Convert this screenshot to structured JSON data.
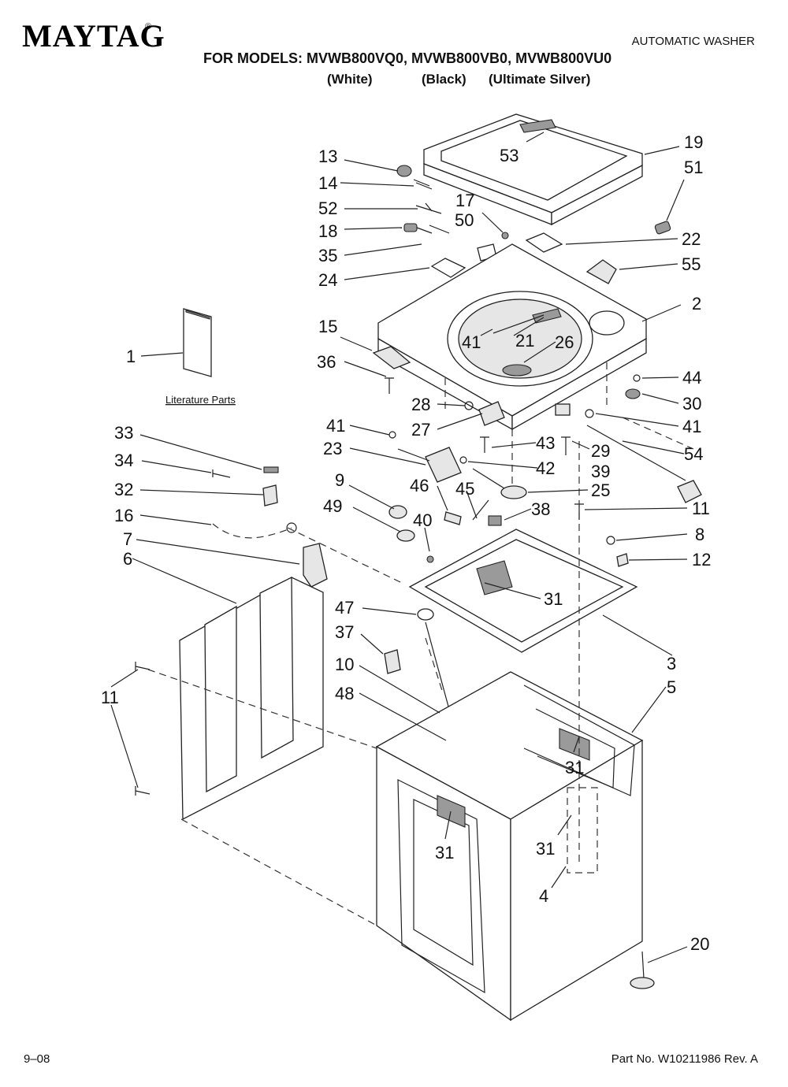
{
  "header": {
    "brand": "MAYTAG",
    "brand_mark": "®",
    "doc_type": "AUTOMATIC WASHER",
    "models_line": "FOR MODELS: MVWB800VQ0, MVWB800VB0, MVWB800VU0",
    "colors": [
      "(White)",
      "(Black)",
      "(Ultimate Silver)"
    ]
  },
  "literature_label": "Literature Parts",
  "callouts": {
    "c53": "53",
    "c19": "19",
    "c51": "51",
    "c13": "13",
    "c14": "14",
    "c17": "17",
    "c50": "50",
    "c52": "52",
    "c18": "18",
    "c22": "22",
    "c35": "35",
    "c24": "24",
    "c55": "55",
    "c2": "2",
    "c15": "15",
    "c41a": "41",
    "c21": "21",
    "c26": "26",
    "c1": "1",
    "c36": "36",
    "c44": "44",
    "c28": "28",
    "c30": "30",
    "c41b": "41",
    "c41c": "41",
    "c27": "27",
    "c43": "43",
    "c23": "23",
    "c29": "29",
    "c54": "54",
    "c39": "39",
    "c42": "42",
    "c33": "33",
    "c34": "34",
    "c9": "9",
    "c46": "46",
    "c45": "45",
    "c25": "25",
    "c32": "32",
    "c38": "38",
    "c11a": "11",
    "c16": "16",
    "c49": "49",
    "c40": "40",
    "c8": "8",
    "c7": "7",
    "c12": "12",
    "c6": "6",
    "c31a": "31",
    "c47": "47",
    "c3": "3",
    "c37": "37",
    "c10": "10",
    "c5": "5",
    "c11b": "11",
    "c48": "48",
    "c31b": "31",
    "c31c": "31",
    "c31d": "31",
    "c4": "4",
    "c20": "20"
  },
  "footer": {
    "date": "9–08",
    "part_number": "Part No. W10211986 Rev. A"
  }
}
